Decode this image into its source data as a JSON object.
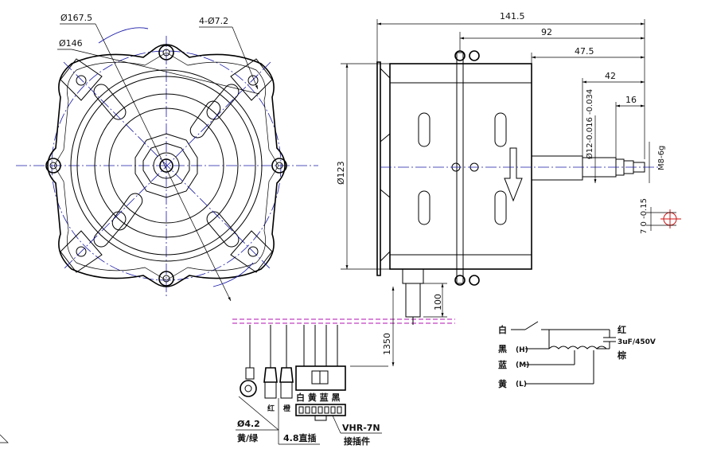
{
  "front_view": {
    "dim_outer": "Ø167.5",
    "dim_pcd": "Ø146",
    "dim_holes": "4-Ø7.2"
  },
  "side_view": {
    "dim_overall": "141.5",
    "dim_body": "92",
    "dim_flange": "47.5",
    "dim_shaft": "42",
    "dim_shaft_end": "16",
    "dim_height": "Ø123",
    "dim_shaft_dia": "Ø12-0.016 -0.034",
    "dim_thread": "M8-6g",
    "dim_flat": "7 0 -0.15"
  },
  "leads": {
    "dim_grommet": "100",
    "dim_lead_length": "1350",
    "ring_terminal": "Ø4.2",
    "ring_color": "黄/绿",
    "red_label": "红",
    "orange_label": "橙",
    "spade_label": "4.8直插",
    "connector_colors": "白 黄 蓝 黑",
    "connector_model": "VHR-7N",
    "connector_name": "接插件"
  },
  "wiring": {
    "white": "白",
    "black": "黑",
    "blue": "蓝",
    "yellow": "黄",
    "high": "(H)",
    "mid": "(M)",
    "low": "(L)",
    "red": "红",
    "cap_value": "3uF/450V",
    "brown": "棕"
  }
}
